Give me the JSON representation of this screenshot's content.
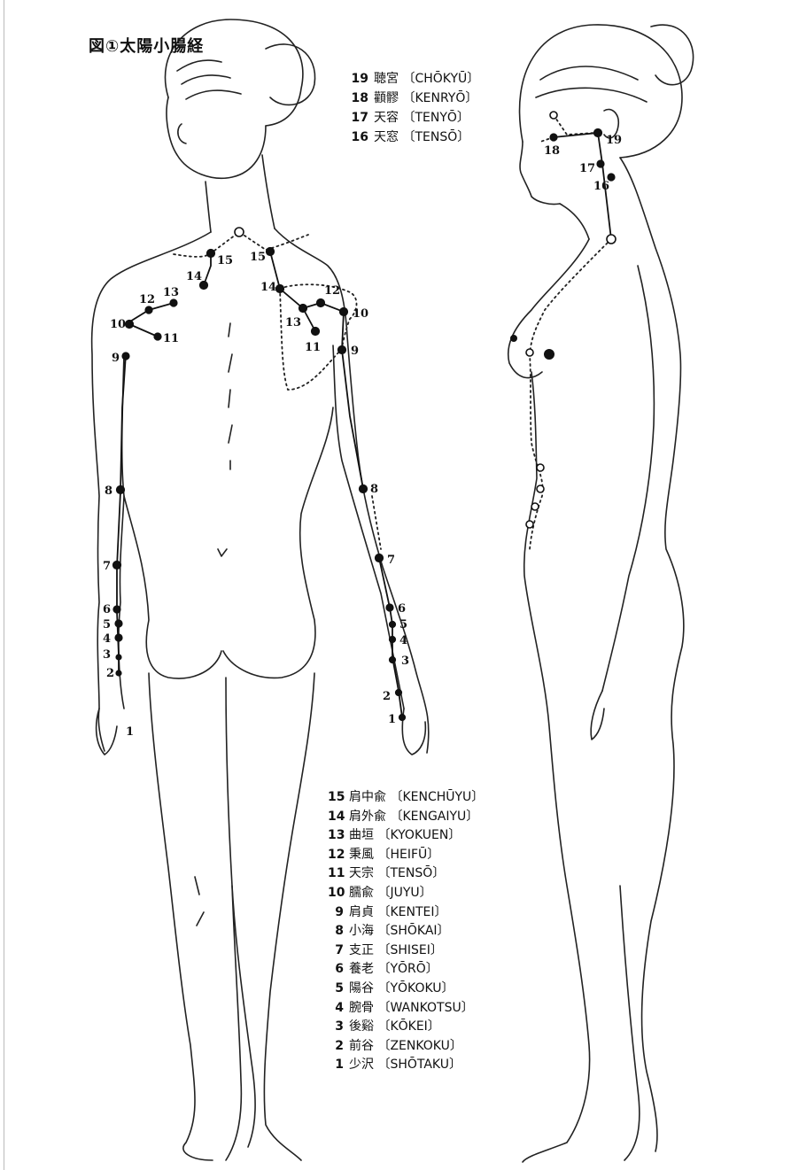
{
  "title": "図①太陽小腸経",
  "legend_top": [
    {
      "num": "19",
      "name": "聴宮",
      "romaji": "〔CHŌKYŪ〕"
    },
    {
      "num": "18",
      "name": "顴髎",
      "romaji": "〔KENRYŌ〕"
    },
    {
      "num": "17",
      "name": "天容",
      "romaji": "〔TENYŌ〕"
    },
    {
      "num": "16",
      "name": "天窓",
      "romaji": "〔TENSŌ〕"
    }
  ],
  "legend_bottom": [
    {
      "num": "15",
      "name": "肩中兪",
      "romaji": "〔KENCHŪYU〕"
    },
    {
      "num": "14",
      "name": "肩外兪",
      "romaji": "〔KENGAIYU〕"
    },
    {
      "num": "13",
      "name": "曲垣",
      "romaji": "〔KYOKUEN〕"
    },
    {
      "num": "12",
      "name": "秉風",
      "romaji": "〔HEIFŪ〕"
    },
    {
      "num": "11",
      "name": "天宗",
      "romaji": "〔TENSŌ〕"
    },
    {
      "num": "10",
      "name": "臑兪",
      "romaji": "〔JUYU〕"
    },
    {
      "num": "9",
      "name": "肩貞",
      "romaji": "〔KENTEI〕"
    },
    {
      "num": "8",
      "name": "小海",
      "romaji": "〔SHŌKAI〕"
    },
    {
      "num": "7",
      "name": "支正",
      "romaji": "〔SHISEI〕"
    },
    {
      "num": "6",
      "name": "養老",
      "romaji": "〔YŌRŌ〕"
    },
    {
      "num": "5",
      "name": "陽谷",
      "romaji": "〔YŌKOKU〕"
    },
    {
      "num": "4",
      "name": "腕骨",
      "romaji": "〔WANKOTSU〕"
    },
    {
      "num": "3",
      "name": "後谿",
      "romaji": "〔KŌKEI〕"
    },
    {
      "num": "2",
      "name": "前谷",
      "romaji": "〔ZENKOKU〕"
    },
    {
      "num": "1",
      "name": "少沢",
      "romaji": "〔SHŌTAKU〕"
    }
  ],
  "back_points": [
    "15",
    "14",
    "13",
    "12",
    "10",
    "11",
    "9",
    "8",
    "7",
    "6",
    "5",
    "4",
    "3",
    "2",
    "1"
  ],
  "back_right_points": [
    "15",
    "14",
    "12",
    "13",
    "10",
    "11",
    "9",
    "8",
    "7",
    "6",
    "5",
    "4",
    "3",
    "2",
    "1"
  ],
  "side_points": [
    "19",
    "18",
    "17",
    "16"
  ]
}
